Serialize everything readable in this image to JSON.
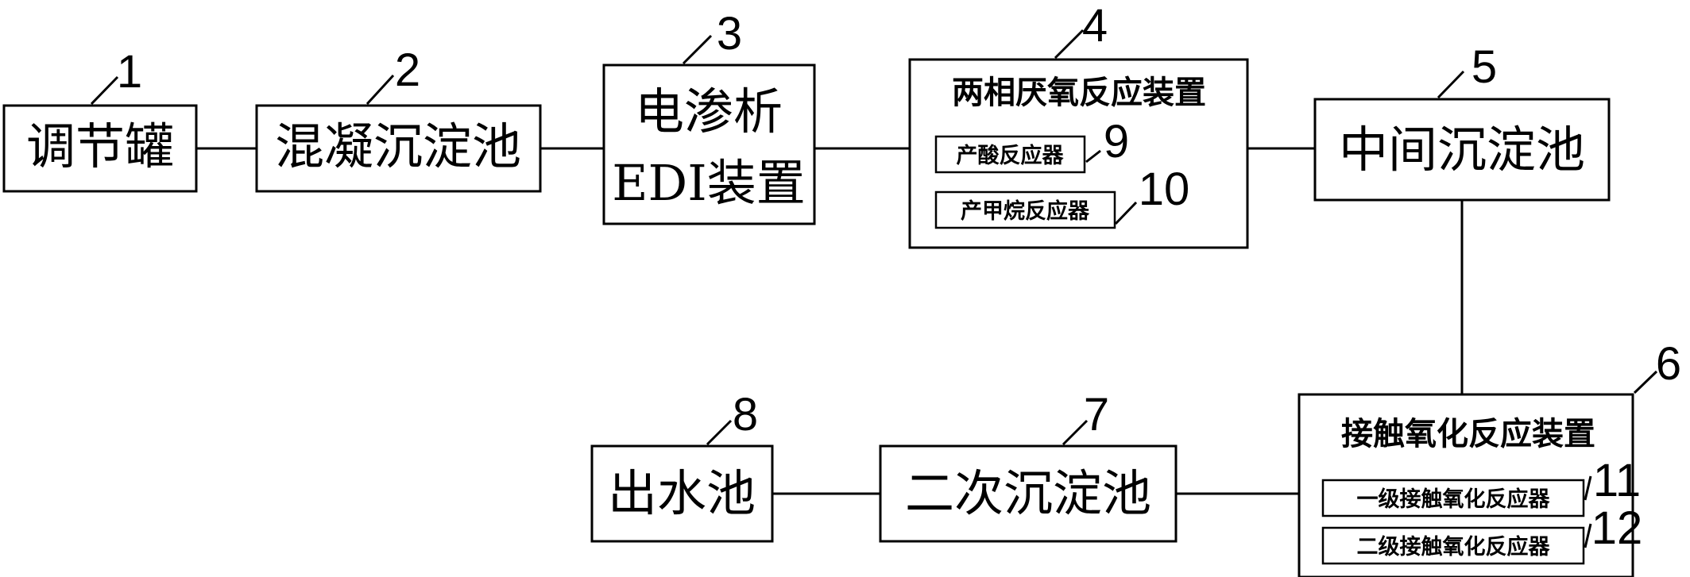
{
  "nodes": {
    "n1": {
      "number": "1",
      "label": "调节罐"
    },
    "n2": {
      "number": "2",
      "label": "混凝沉淀池"
    },
    "n3": {
      "number": "3",
      "label_line1": "电渗析",
      "label_line2": "EDI装置"
    },
    "n4": {
      "number": "4",
      "label": "两相厌氧反应装置",
      "sub1": {
        "number": "9",
        "label": "产酸反应器"
      },
      "sub2": {
        "number": "10",
        "label": "产甲烷反应器"
      }
    },
    "n5": {
      "number": "5",
      "label": "中间沉淀池"
    },
    "n6": {
      "number": "6",
      "label": "接触氧化反应装置",
      "sub1": {
        "number": "11",
        "label": "一级接触氧化反应器"
      },
      "sub2": {
        "number": "12",
        "label": "二级接触氧化反应器"
      }
    },
    "n7": {
      "number": "7",
      "label": "二次沉淀池"
    },
    "n8": {
      "number": "8",
      "label": "出水池"
    }
  }
}
